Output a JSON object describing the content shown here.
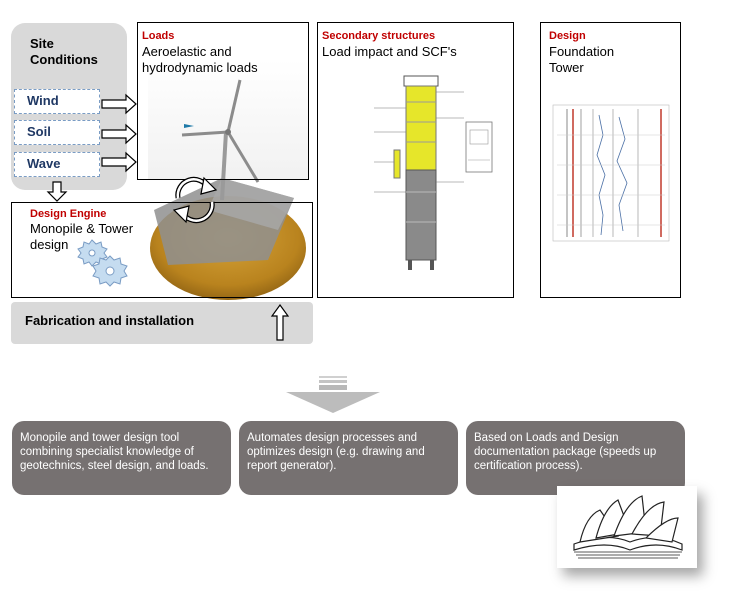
{
  "site": {
    "title_line1": "Site",
    "title_line2": "Conditions",
    "conditions": [
      "Wind",
      "Soil",
      "Wave"
    ]
  },
  "loads": {
    "heading": "Loads",
    "line1": "Aeroelastic and",
    "line2": "hydrodynamic loads"
  },
  "engine": {
    "heading": "Design Engine",
    "line1": "Monopile & Tower",
    "line2": "design"
  },
  "secondary": {
    "heading": "Secondary structures",
    "line1": "Load impact and SCF's"
  },
  "design": {
    "heading": "Design",
    "line1": "Foundation",
    "line2": "Tower"
  },
  "fabrication": {
    "label": "Fabrication and installation"
  },
  "cards": [
    {
      "line1": "Monopile and tower design tool",
      "line2": "combining specialist knowledge of",
      "line3": "geotechnics, steel design, and loads."
    },
    {
      "line1": "Automates design processes and",
      "line2": "optimizes design (e.g. drawing and",
      "line3": "report generator)."
    },
    {
      "line1": "Based on Loads and Design",
      "line2": "documentation package (speeds up",
      "line3": "certification process)."
    }
  ],
  "icons": [
    "right-arrow-icon",
    "down-arrow-icon",
    "up-arrow-icon",
    "cycle-arrows-icon",
    "gears-icon",
    "documents-icon",
    "wind-turbine-icon"
  ],
  "colors": {
    "panel_gray": "#d9d9d9",
    "card_gray": "#767171",
    "heading_red": "#c00000",
    "condition_blue": "#1f3864",
    "tower_yellow": "#e6e62a"
  }
}
